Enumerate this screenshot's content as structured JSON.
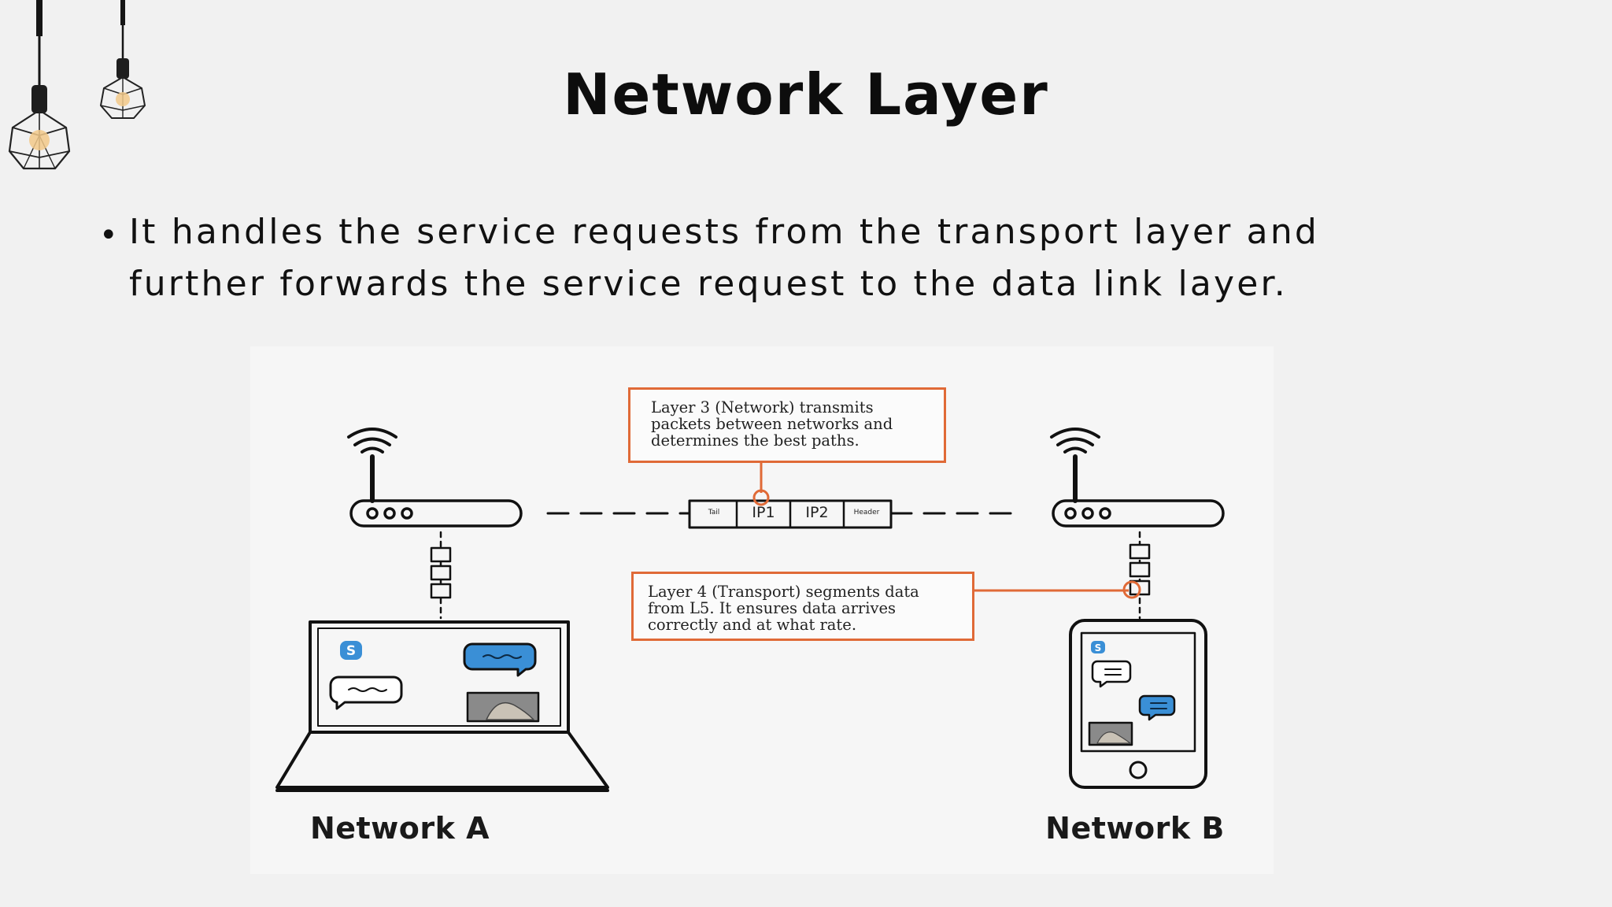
{
  "slide": {
    "title": "Network Layer",
    "bullet": "It handles the service requests from the transport layer and further forwards the service request to the data link layer."
  },
  "diagram": {
    "callout_network": "Layer 3 (Network) transmits\npackets between networks and\ndetermines the best paths.",
    "callout_transport": "Layer 4 (Transport) segments data\nfrom L5. It ensures data arrives\ncorrectly and at what rate.",
    "packet": {
      "tail": "Tail",
      "ip1": "IP1",
      "ip2": "IP2",
      "header": "Header"
    },
    "network_a": "Network A",
    "network_b": "Network B",
    "accent_color": "#e06a37",
    "chat_blue": "#3a8fd6"
  }
}
